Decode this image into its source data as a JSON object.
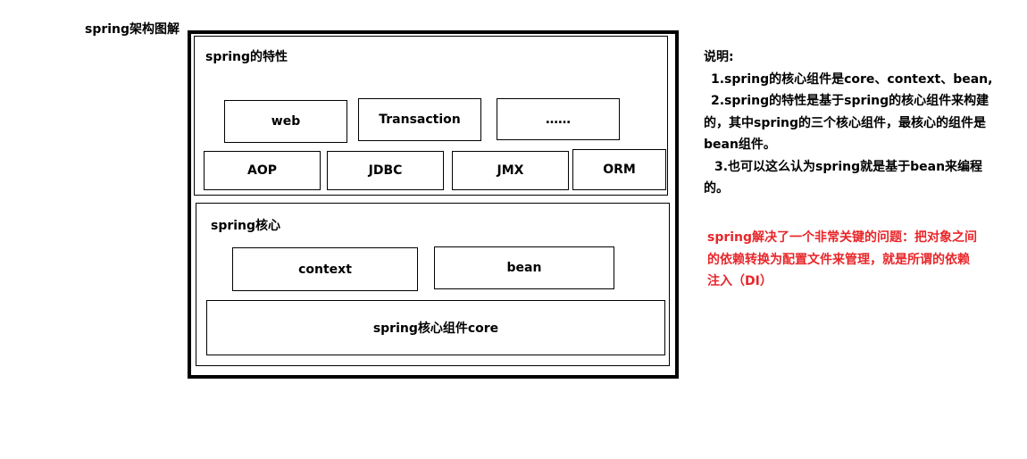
{
  "title": "spring架构图解",
  "features": {
    "label": "spring的特性",
    "row1": [
      "web",
      "Transaction",
      "……"
    ],
    "row2": [
      "AOP",
      "JDBC",
      "JMX",
      "ORM"
    ]
  },
  "core": {
    "label": "spring核心",
    "row1": [
      "context",
      "bean"
    ],
    "base": "spring核心组件core"
  },
  "notes": {
    "heading": "说明:",
    "lines": [
      "1.spring的核心组件是core、context、bean,",
      "2.spring的特性是基于spring的核心组件来构建",
      "的，其中spring的三个核心组件，最核心的组件是",
      "bean组件。",
      "3.也可以这么认为spring就是基于bean来编程",
      "的。"
    ]
  },
  "highlight": {
    "color": "#e8262a",
    "lines": [
      "spring解决了一个非常关键的问题：把对象之间",
      "的依赖转换为配置文件来管理，就是所谓的依赖",
      "注入（DI）"
    ]
  }
}
